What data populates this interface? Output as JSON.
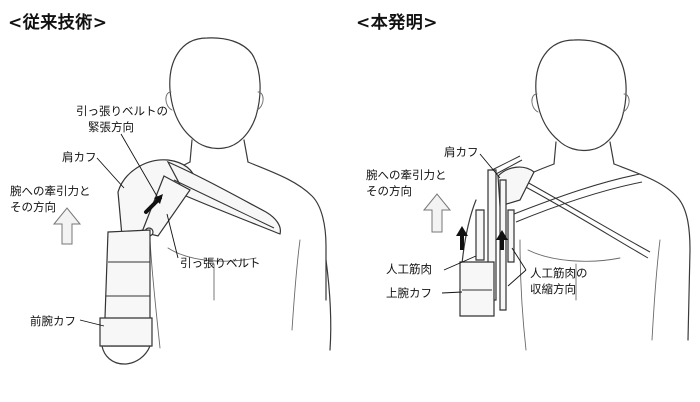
{
  "headings": {
    "conventional": "<従来技術>",
    "invention": "<本発明>"
  },
  "left_labels": {
    "belt_tension_direction_l1": "引っ張りベルトの",
    "belt_tension_direction_l2": "緊張方向",
    "shoulder_cuff": "肩カフ",
    "traction_l1": "腕への牽引力と",
    "traction_l2": "その方向",
    "tension_belt": "引っ張りベルト",
    "forearm_cuff": "前腕カフ"
  },
  "right_labels": {
    "shoulder_cuff": "肩カフ",
    "traction_l1": "腕への牽引力と",
    "traction_l2": "その方向",
    "artificial_muscle": "人工筋肉",
    "upper_arm_cuff": "上腕カフ",
    "muscle_contraction_l1": "人工筋肉の",
    "muscle_contraction_l2": "収縮方向"
  }
}
